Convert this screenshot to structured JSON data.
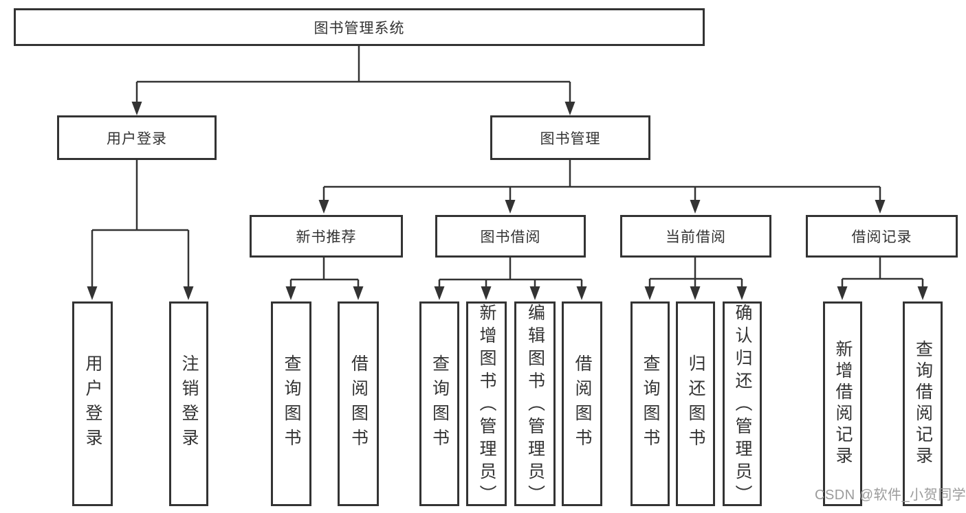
{
  "tree": {
    "label": "图书管理系统",
    "children": [
      {
        "label": "用户登录",
        "children": [
          {
            "label": "用户登录"
          },
          {
            "label": "注销登录"
          }
        ]
      },
      {
        "label": "图书管理",
        "children": [
          {
            "label": "新书推荐",
            "children": [
              {
                "label": "查询图书"
              },
              {
                "label": "借阅图书"
              }
            ]
          },
          {
            "label": "图书借阅",
            "children": [
              {
                "label": "查询图书"
              },
              {
                "label": "新增图书（管理员）"
              },
              {
                "label": "编辑图书（管理员）"
              },
              {
                "label": "借阅图书"
              }
            ]
          },
          {
            "label": "当前借阅",
            "children": [
              {
                "label": "查询图书"
              },
              {
                "label": "归还图书"
              },
              {
                "label": "确认归还（管理员）"
              }
            ]
          },
          {
            "label": "借阅记录",
            "children": [
              {
                "label": "新增借阅记录"
              },
              {
                "label": "查询借阅记录"
              }
            ]
          }
        ]
      }
    ]
  },
  "watermark": {
    "text": "CSDN @软件_小贺同学"
  },
  "colors": {
    "line": "#333333",
    "text": "#333333",
    "watermark": "#9b9b9b",
    "background": "#ffffff"
  }
}
